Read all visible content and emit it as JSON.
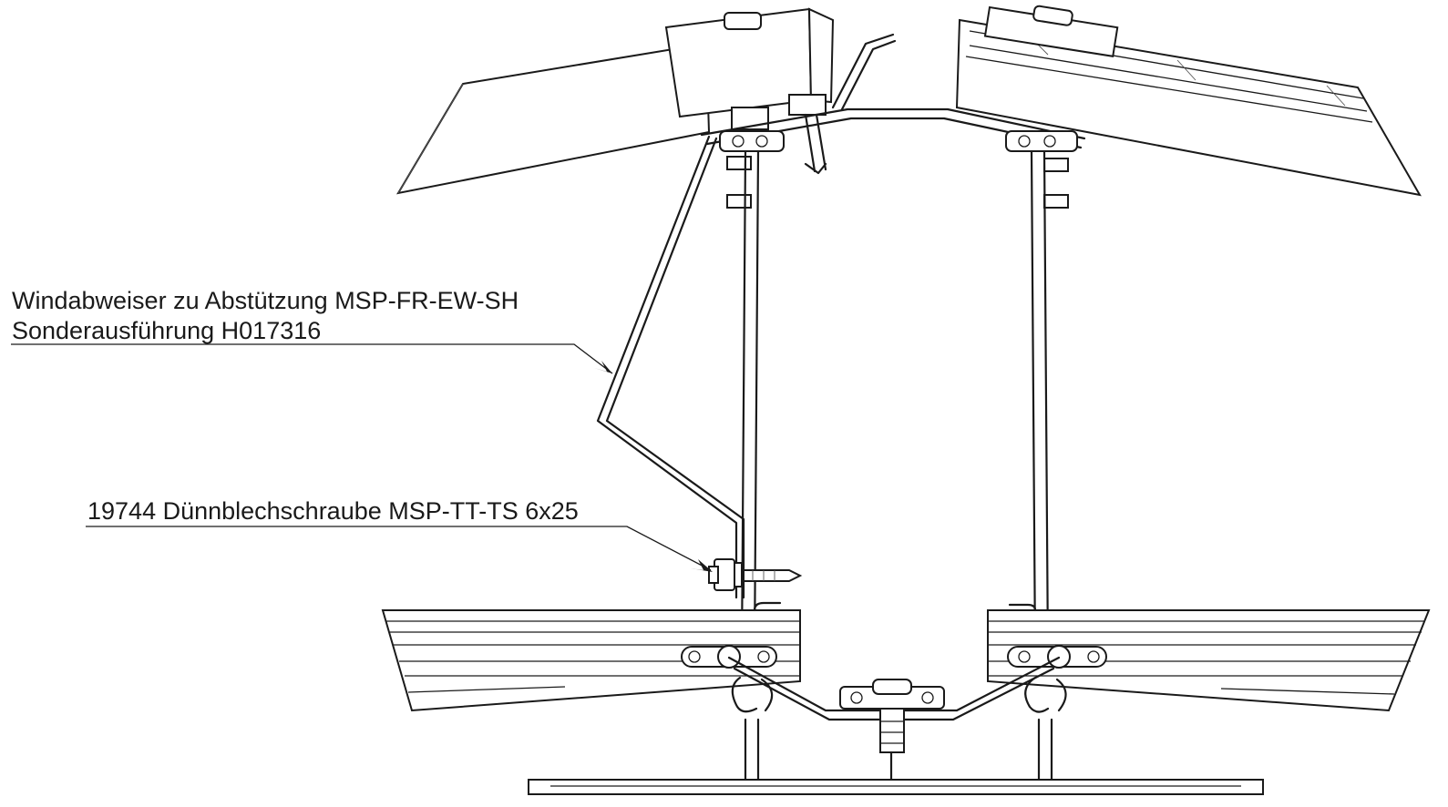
{
  "drawing": {
    "callouts": [
      {
        "lines": [
          "Windabweiser zu Abstützung MSP-FR-EW-SH",
          "Sonderausführung H017316"
        ]
      },
      {
        "lines": [
          "19744 Dünnblechschraube MSP-TT-TS 6x25"
        ]
      }
    ]
  }
}
